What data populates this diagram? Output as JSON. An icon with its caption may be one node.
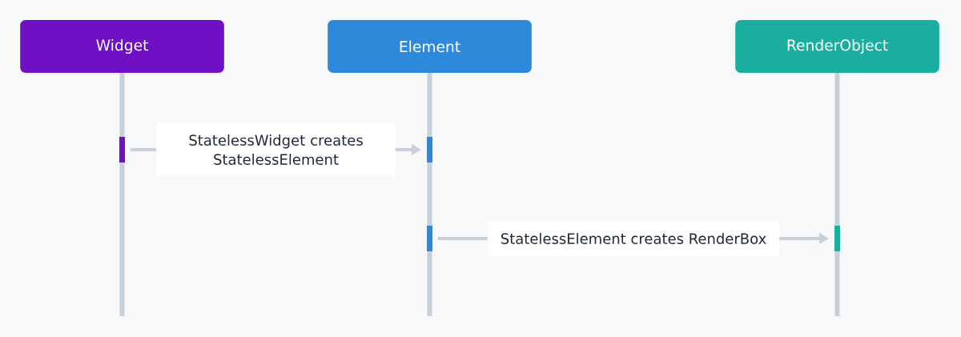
{
  "diagram": {
    "nodes": [
      {
        "text": [
          "Widget"
        ]
      },
      {
        "text": [
          "Element"
        ]
      },
      {
        "text": [
          "RenderObject"
        ]
      },
      {
        "text": [],
        "shape": "bar"
      },
      {
        "text": [],
        "shape": "bar"
      },
      {
        "text": [],
        "shape": "bar"
      },
      {
        "text": [],
        "shape": "bar"
      }
    ],
    "edges": [
      {
        "from": 3,
        "to": 4,
        "arrow": "to",
        "label": "StatelessWidget creates StatelessElement"
      },
      {
        "from": 5,
        "to": 6,
        "arrow": "to",
        "label": "StatelessElement creates RenderBox"
      }
    ]
  }
}
